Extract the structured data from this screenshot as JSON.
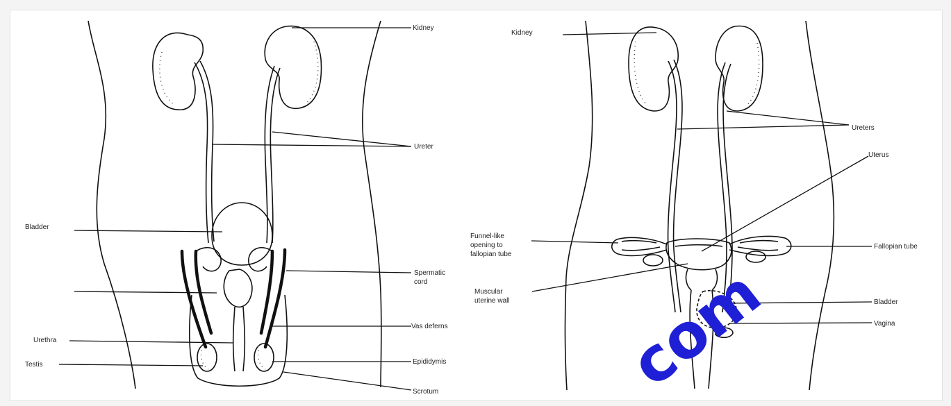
{
  "male": {
    "labels": {
      "kidney": "Kidney",
      "ureter": "Ureter",
      "bladder": "Bladder",
      "spermatic_cord": [
        "Spermatic",
        "cord"
      ],
      "vas_deferens": "Vas deferns",
      "urethra": "Urethra",
      "epididymis": "Epididymis",
      "testis": "Testis",
      "scrotum": "Scrotum"
    }
  },
  "female": {
    "labels": {
      "kidney": "Kidney",
      "ureters": "Ureters",
      "uterus": "Uterus",
      "funnel": [
        "Funnel-like",
        "opening to",
        "fallopian tube"
      ],
      "fallopian_tube": "Fallopian tube",
      "muscular_wall": [
        "Muscular",
        "uterine wall"
      ],
      "bladder": "Bladder",
      "vagina": "Vagina"
    }
  },
  "watermark": {
    "text": "com",
    "color": "#1f1fd6"
  }
}
